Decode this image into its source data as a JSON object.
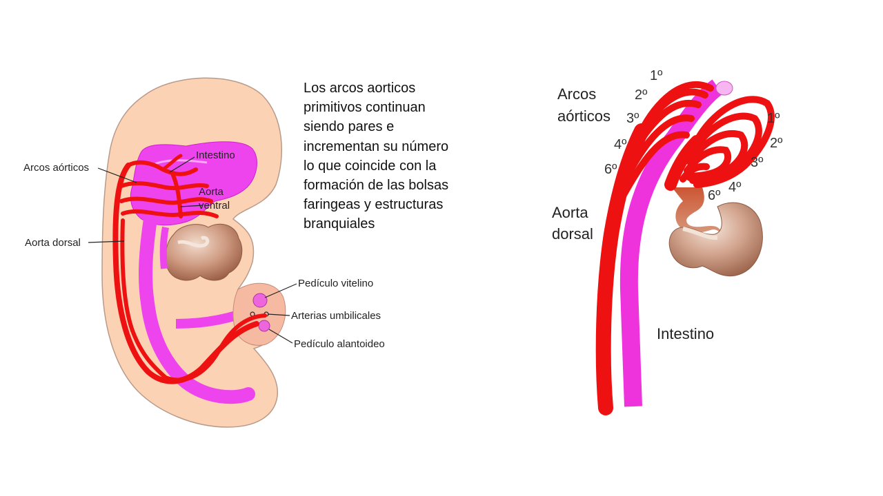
{
  "left_diagram": {
    "labels": {
      "arcos_aorticos": "Arcos aórticos",
      "intestino": "Intestino",
      "aorta_ventral_1": "Aorta",
      "aorta_ventral_2": "ventral",
      "aorta_dorsal": "Aorta dorsal",
      "pediculo_vitelino": "Pedículo vitelino",
      "arterias_umbilicales": "Arterias umbilicales",
      "pediculo_alantoideo": "Pedículo alantoideo"
    }
  },
  "description": {
    "lines": [
      "Los arcos aorticos",
      "primitivos continuan",
      "siendo pares e",
      "incrementan su número",
      "lo que coincide con la",
      "formación de las bolsas",
      "faringeas y estructuras",
      "branquiales"
    ]
  },
  "right_diagram": {
    "labels": {
      "arcos_1": "Arcos",
      "arcos_2": "aórticos",
      "aorta_dorsal_1": "Aorta",
      "aorta_dorsal_2": "dorsal",
      "intestino": "Intestino"
    },
    "left_arch_numbers": [
      "1º",
      "2º",
      "3º",
      "4º",
      "6º"
    ],
    "right_arch_numbers": [
      "1º",
      "2º",
      "3º",
      "4º",
      "6º"
    ]
  },
  "colors": {
    "artery": "#ee1111",
    "gut": "#ee33dd",
    "embryo": "#fcd2b4",
    "heart": "#b57a60"
  }
}
